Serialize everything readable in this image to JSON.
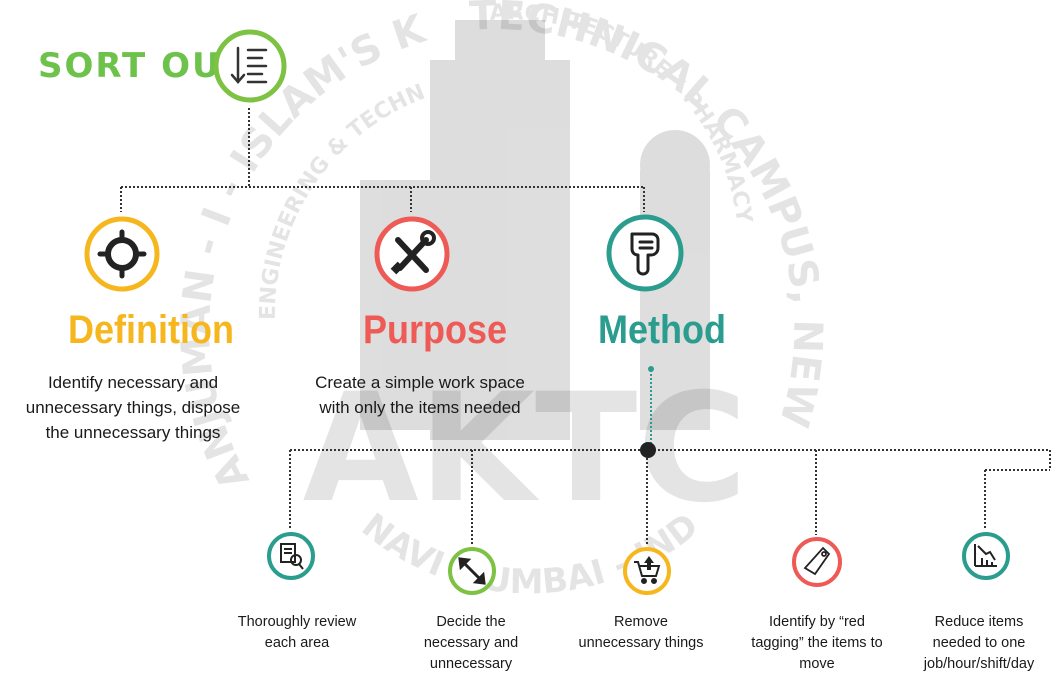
{
  "title": "SORT OUT",
  "colors": {
    "title_green": "#6cc24a",
    "root_ring": "#7dc242",
    "definition": "#f6b71e",
    "purpose": "#ee5a55",
    "method": "#2a9d8f",
    "line": "#333333"
  },
  "root": {
    "icon": "sort-descending-icon"
  },
  "categories": [
    {
      "key": "definition",
      "label": "Definition",
      "icon": "crosshair-icon",
      "description": "Identify necessary and\nunnecessary things, dispose\nthe unnecessary things"
    },
    {
      "key": "purpose",
      "label": "Purpose",
      "icon": "tools-icon",
      "description": "Create a simple work space\nwith only the items needed"
    },
    {
      "key": "method",
      "label": "Method",
      "icon": "pointing-hand-icon",
      "description": ""
    }
  ],
  "steps": [
    {
      "icon": "review-document-icon",
      "color": "#2a9d8f",
      "text": "Thoroughly review\neach area"
    },
    {
      "icon": "decide-arrows-icon",
      "color": "#7dc242",
      "text": "Decide the\nnecessary and\nunnecessary"
    },
    {
      "icon": "remove-cart-icon",
      "color": "#f6b71e",
      "text": "Remove\nunnecessary things"
    },
    {
      "icon": "red-tag-icon",
      "color": "#ee5a55",
      "text": "Identify by “red\ntagging” the items to\nmove"
    },
    {
      "icon": "reduce-chart-icon",
      "color": "#2a9d8f",
      "text": "Reduce items\nneeded to one\njob/hour/shift/day"
    }
  ],
  "watermark": {
    "left_text": "ANJUMAN - I - ISLAM'S KALSEKAR",
    "right_text": "TECHNICAL CAMPUS, NEW PANVEL",
    "inner_left": "ENGINEERING & TECHNOLOGY",
    "inner_right": "ARCHITECTURE * PHARMACY",
    "bottom": "NAVI MUMBAI - INDIA",
    "logo": "AKTC"
  }
}
